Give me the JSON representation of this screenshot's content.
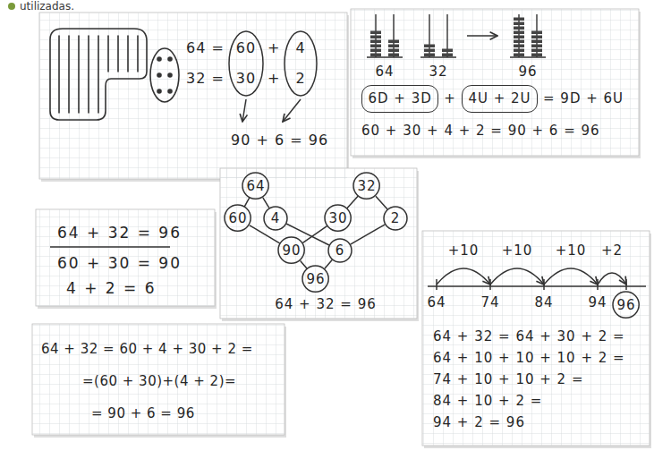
{
  "diagram": {
    "nodes": [
      {
        "text": [
          "64 =",
          "+",
          "32 =",
          "+",
          "90 + 6 = 96"
        ]
      },
      {
        "text": [
          "60",
          "30"
        ],
        "in": 0
      },
      {
        "text": [
          "4",
          "2"
        ],
        "in": 0
      },
      {
        "text": [
          "64",
          "32",
          "96",
          "+",
          "= 9D + 6U",
          "60 + 30 + 4 + 2 = 90 + 6 = 96"
        ]
      },
      {
        "text": [
          "6D + 3D"
        ],
        "in": 3
      },
      {
        "text": [
          "4U + 2U"
        ],
        "in": 3
      },
      {
        "text": [
          "64 + 32 = 96",
          "60 + 30 = 90",
          "4 + 2 = 6"
        ]
      },
      {
        "text": [
          "64 + 32 = 96"
        ]
      },
      {
        "text": [
          "64"
        ],
        "in": 7
      },
      {
        "text": [
          "32"
        ],
        "in": 7
      },
      {
        "text": [
          "60"
        ],
        "in": 7
      },
      {
        "text": [
          "4"
        ],
        "in": 7
      },
      {
        "text": [
          "30"
        ],
        "in": 7
      },
      {
        "text": [
          "2"
        ],
        "in": 7
      },
      {
        "text": [
          "90"
        ],
        "in": 7
      },
      {
        "text": [
          "6"
        ],
        "in": 7
      },
      {
        "text": [
          "96"
        ],
        "in": 7
      },
      {
        "text": [
          "64 + 32 = 60 + 4 + 30 + 2 =",
          "=(60 + 30)+(4 + 2)=",
          "= 90 + 6 = 96"
        ]
      },
      {
        "text": [
          "+10",
          "+10",
          "+10",
          "+2",
          "64",
          "74",
          "84",
          "94",
          "64 + 32 = 64 + 30 + 2 =",
          "64 + 10 + 10 + 10 + 2 =",
          "74 + 10 + 10 + 2 =",
          "84 + 10 + 2 =",
          "94 + 2 = 96"
        ]
      },
      {
        "text": [
          "96"
        ],
        "in": 18
      }
    ],
    "edges": [
      {
        "from": 8,
        "to": 10,
        "arrow": "none"
      },
      {
        "from": 8,
        "to": 11,
        "arrow": "none"
      },
      {
        "from": 9,
        "to": 12,
        "arrow": "none"
      },
      {
        "from": 9,
        "to": 13,
        "arrow": "none"
      },
      {
        "from": 10,
        "to": 14,
        "arrow": "none"
      },
      {
        "from": 12,
        "to": 14,
        "arrow": "none"
      },
      {
        "from": 11,
        "to": 15,
        "arrow": "none"
      },
      {
        "from": 13,
        "to": 15,
        "arrow": "none"
      },
      {
        "from": 14,
        "to": 16,
        "arrow": "none"
      },
      {
        "from": 15,
        "to": 16,
        "arrow": "none"
      }
    ],
    "labels": [
      "utilizadas."
    ]
  }
}
